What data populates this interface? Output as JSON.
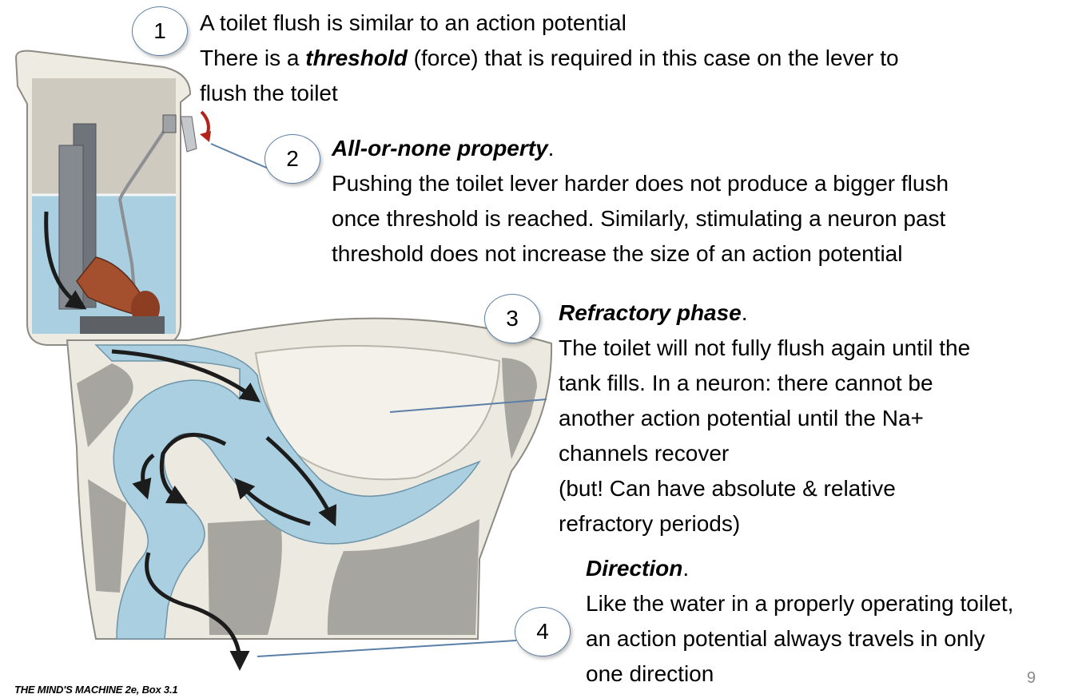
{
  "callouts": [
    {
      "number": "1",
      "lines": [
        "A toilet flush is similar to an action potential",
        {
          "before": "There is a ",
          "emphasis": "threshold",
          "after": " (force) that is required in this case on the lever to"
        },
        "flush the toilet"
      ]
    },
    {
      "number": "2",
      "heading": "All-or-none property",
      "lines": [
        "Pushing the toilet lever harder does not produce a bigger flush",
        "once threshold is reached.  Similarly, stimulating a neuron past",
        "threshold does not increase the size of an action potential"
      ]
    },
    {
      "number": "3",
      "heading": "Refractory phase",
      "lines": [
        "The toilet will not fully flush again until the",
        "tank fills. In a neuron: there cannot be",
        "another action potential until the Na+",
        "channels recover",
        "(but!  Can have absolute & relative",
        "refractory periods)"
      ]
    },
    {
      "number": "4",
      "heading": "Direction",
      "lines": [
        "Like the water in a properly operating toilet,",
        "an action potential always travels in only",
        "one direction"
      ]
    }
  ],
  "caption": "THE MIND'S MACHINE 2e, Box 3.1",
  "slide_number": "9",
  "colors": {
    "water": "#a9cfe0",
    "porcelain": "#ece9e0",
    "cavity": "#a7a59f",
    "flapper": "#a4502e",
    "lever_arrow": "#b2231c",
    "flow_arrow": "#1c1c1c",
    "callout_border": "#5b7fa6"
  }
}
